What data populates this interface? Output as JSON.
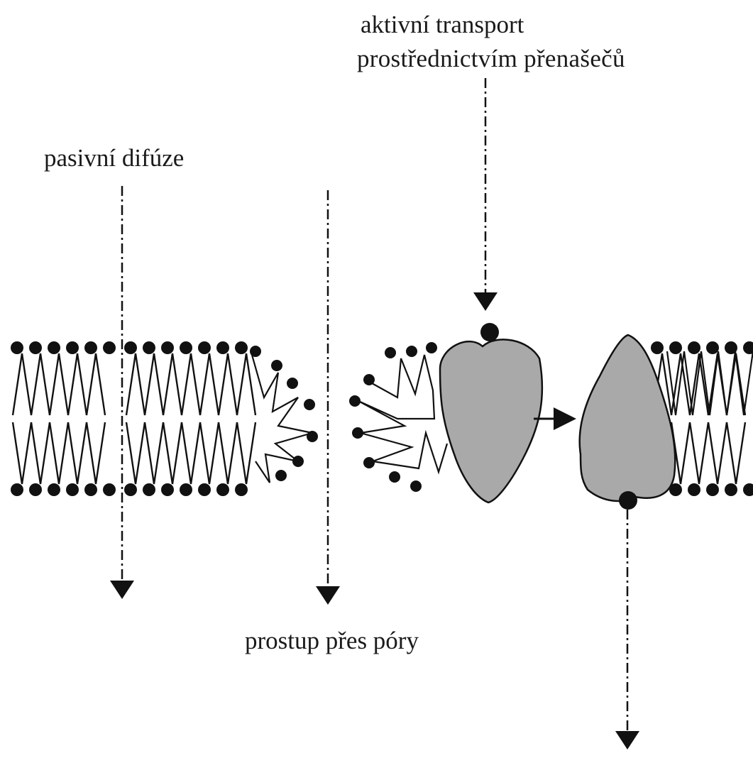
{
  "labels": {
    "active_transport_line1": "aktivní transport",
    "active_transport_line2": "prostřednictvím přenašečů",
    "passive_diffusion": "pasivní difúze",
    "pore_passage": "prostup přes póry"
  },
  "colors": {
    "ink": "#111111",
    "carrier_fill": "#a9a9a9",
    "background": "#ffffff"
  }
}
